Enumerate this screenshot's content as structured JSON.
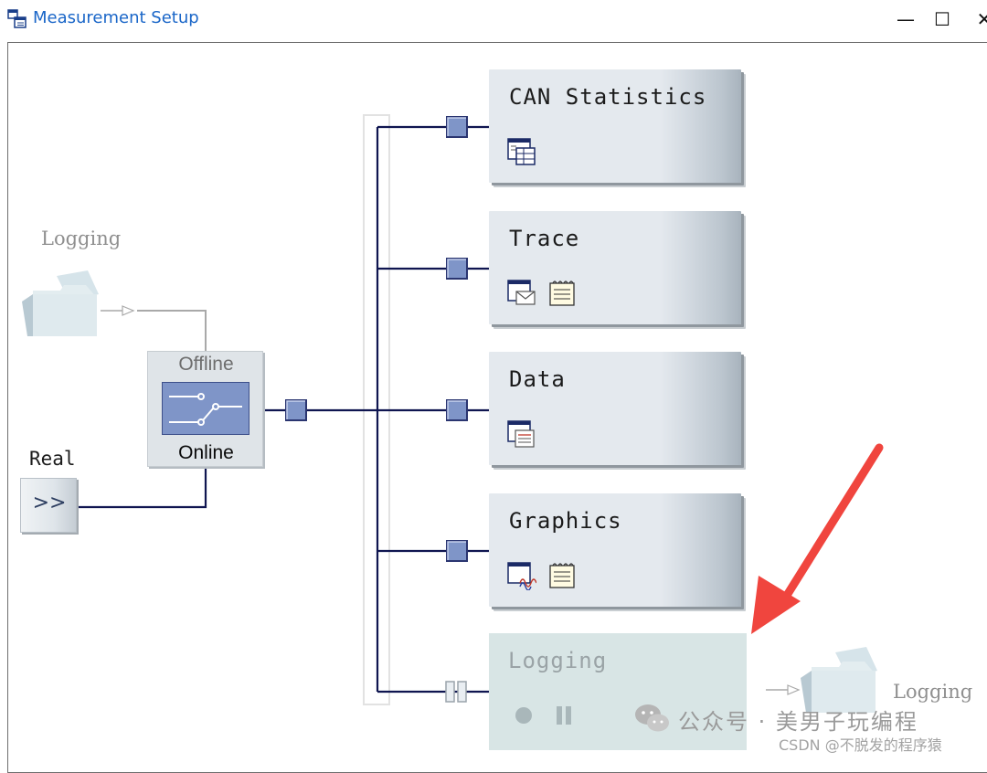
{
  "window": {
    "title": "Measurement Setup",
    "controls": {
      "minimize": "—",
      "maximize": "☐",
      "close": "✕"
    }
  },
  "sources": {
    "logging_label": "Logging",
    "real_label": "Real",
    "real_button": ">>",
    "switch": {
      "top_label": "Offline",
      "bottom_label": "Online"
    }
  },
  "blocks": [
    {
      "title": "CAN Statistics",
      "icons": [
        "statistics-table-icon"
      ]
    },
    {
      "title": "Trace",
      "icons": [
        "trace-window-icon",
        "notes-icon"
      ]
    },
    {
      "title": "Data",
      "icons": [
        "data-window-icon"
      ]
    },
    {
      "title": "Graphics",
      "icons": [
        "graphics-window-icon",
        "notes-icon"
      ]
    },
    {
      "title": "Logging",
      "icons": [
        "record-icon",
        "pause-icon"
      ],
      "disabled": true
    }
  ],
  "sink": {
    "logging_label": "Logging"
  },
  "watermark": {
    "text": "公众号 · 美男子玩编程",
    "csdn": "CSDN @不脱发的程序猿"
  },
  "colors": {
    "title_blue": "#1a66c8",
    "wire": "#0f1550",
    "plug": "#7f95c8",
    "disabled_block": "#d8e5e5",
    "arrow": "#f0453e"
  }
}
